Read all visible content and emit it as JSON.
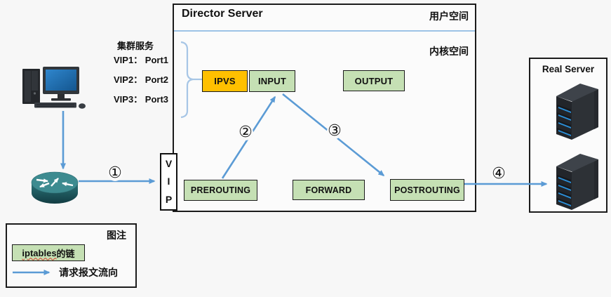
{
  "director": {
    "title": "Director Server",
    "user_space_label": "用户空间",
    "kernel_space_label": "内核空间"
  },
  "cluster_service": {
    "title": "集群服务",
    "entries": [
      "VIP1： Port1",
      "VIP2： Port2",
      "VIP3： Port3"
    ]
  },
  "chains": {
    "ipvs": "IPVS",
    "input": "INPUT",
    "output": "OUTPUT",
    "prerouting": "PREROUTING",
    "forward": "FORWARD",
    "postrouting": "POSTROUTING"
  },
  "vip_box": {
    "letter1": "V",
    "letter2": "I",
    "letter3": "P"
  },
  "real_server": {
    "title": "Real Server"
  },
  "flow_steps": {
    "step1": "①",
    "step2": "②",
    "step3": "③",
    "step4": "④"
  },
  "legend": {
    "title": "图注",
    "chain_label_en": "iptables",
    "chain_label_zh": "的链",
    "flow_label": "请求报文流向"
  },
  "icons": {
    "client": "desktop-computer-icon",
    "gateway": "router-icon",
    "backend": "server-tower-icon"
  },
  "colors": {
    "chain_box_green": "#C5E0B4",
    "ipvs_orange": "#FFC000",
    "arrow_blue": "#5B9BD5",
    "brace_blue": "#A7C6E6",
    "separator_blue": "#9DC3E6",
    "server_slot_blue": "#2B8FD8"
  }
}
